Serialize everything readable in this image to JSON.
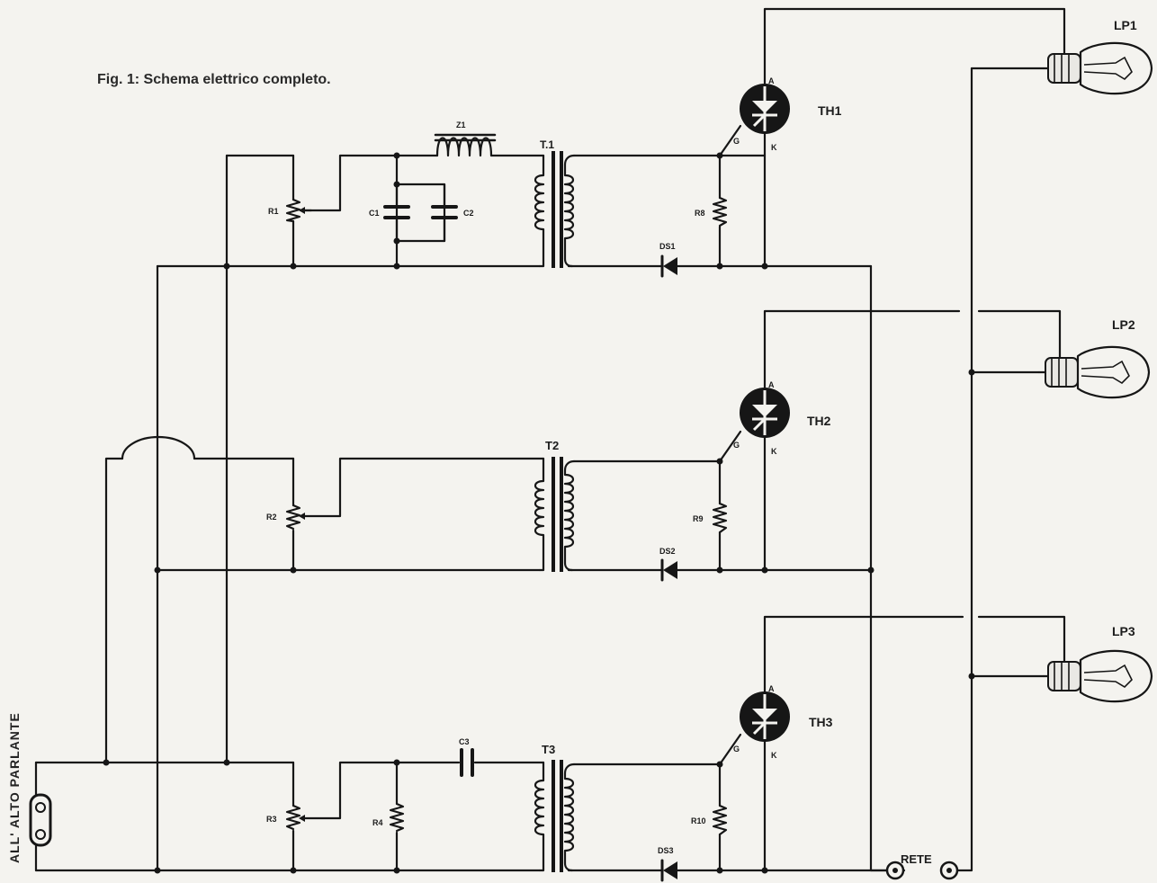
{
  "caption": "Fig. 1: Schema elettrico completo.",
  "input_label": "ALL' ALTO PARLANTE",
  "mains_label": "RETE",
  "lamps": [
    "LP1",
    "LP2",
    "LP3"
  ],
  "thyristors": [
    "TH1",
    "TH2",
    "TH3"
  ],
  "thyristor_pins": {
    "anode": "A",
    "gate": "G",
    "cathode": "K"
  },
  "transformers": [
    "T.1",
    "T2",
    "T3"
  ],
  "resistors": {
    "pot1": "R1",
    "pot2": "R2",
    "pot3": "R3",
    "r4": "R4",
    "r8": "R8",
    "r9": "R9",
    "r10": "R10"
  },
  "capacitors": {
    "c1": "C1",
    "c2": "C2",
    "c3": "C3"
  },
  "inductor": "Z1",
  "diodes": [
    "DS1",
    "DS2",
    "DS3"
  ]
}
